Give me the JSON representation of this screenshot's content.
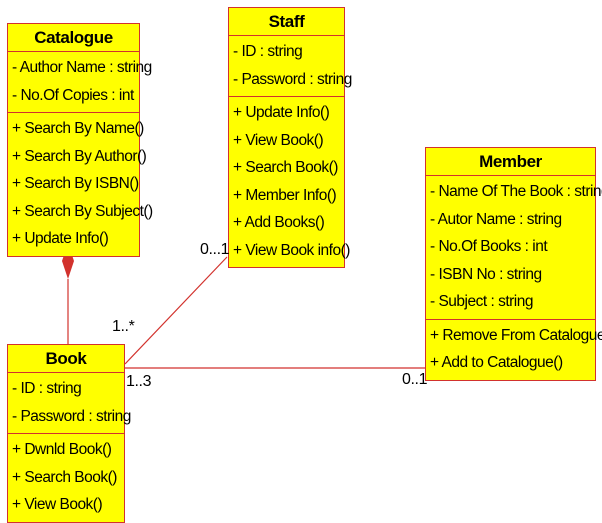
{
  "colors": {
    "class_fill": "#ffff00",
    "class_border": "#d2322d",
    "link": "#d2322d",
    "text": "#000000"
  },
  "classes": {
    "catalogue": {
      "name": "Catalogue",
      "attributes": [
        "- Author Name  : string",
        "- No.Of Copies : int"
      ],
      "operations": [
        "+ Search By Name()",
        "+ Search By Author()",
        "+ Search By ISBN()",
        "+ Search By Subject()",
        "+ Update Info()"
      ]
    },
    "staff": {
      "name": "Staff",
      "attributes": [
        "- ID : string",
        "- Password : string"
      ],
      "operations": [
        "+ Update Info()",
        "+ View Book()",
        "+ Search Book()",
        "+ Member Info()",
        "+ Add Books()",
        "+ View Book info()"
      ]
    },
    "member": {
      "name": "Member",
      "attributes": [
        "- Name Of The Book : string",
        "- Autor Name : string",
        "- No.Of Books : int",
        "- ISBN No : string",
        "- Subject : string"
      ],
      "operations": [
        "+ Remove From Catalogue()",
        "+ Add to Catalogue()"
      ]
    },
    "book": {
      "name": "Book",
      "attributes": [
        "- ID  : string",
        "- Password : string"
      ],
      "operations": [
        "+ Dwnld Book()",
        "+ Search Book()",
        "+ View Book()"
      ]
    }
  },
  "multiplicities": {
    "staff_end": "0...1",
    "book_staff_end": "1..*",
    "book_member_end": "1..3",
    "member_end": "0..1"
  },
  "relations": {
    "composition": "catalogue-book composition",
    "staff_book": "staff-book association",
    "book_member": "book-member association"
  }
}
